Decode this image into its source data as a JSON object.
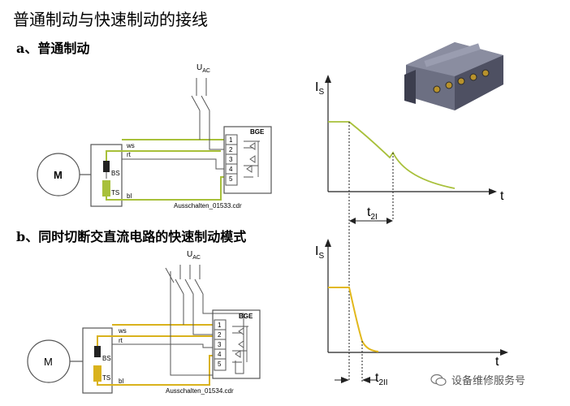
{
  "title": "普通制动与快速制动的接线",
  "section_a": "a、普通制动",
  "section_b": "b、同时切断交直流电路的快速制动模式",
  "diagram_a": {
    "motor": "M",
    "supply": "U",
    "supply_sub": "AC",
    "module": "BGE",
    "bs": "BS",
    "ts": "TS",
    "ws": "ws",
    "rt": "rt",
    "bl": "bl",
    "terminals": [
      "1",
      "2",
      "3",
      "4",
      "5"
    ],
    "file": "Ausschalten_01533.cdr"
  },
  "diagram_b": {
    "motor": "M",
    "supply": "U",
    "supply_sub": "AC",
    "module": "BGE",
    "bs": "BS",
    "ts": "TS",
    "ws": "ws",
    "rt": "rt",
    "bl": "bl",
    "terminals": [
      "1",
      "2",
      "3",
      "4",
      "5"
    ],
    "file": "Ausschalten_01534.cdr"
  },
  "graph_a": {
    "y_label": "I",
    "y_sub": "S",
    "x_label": "t",
    "interval": "t",
    "interval_sub": "2I"
  },
  "graph_b": {
    "y_label": "I",
    "y_sub": "S",
    "x_label": "t",
    "interval": "t",
    "interval_sub": "2II"
  },
  "watermark": "设备维修服务号",
  "colors": {
    "wire_a": "#a8c03a",
    "wire_b": "#d9b21c",
    "curve_a": "#a8c03a",
    "curve_b": "#e2b81c",
    "connector_body": "#6c6f82"
  }
}
